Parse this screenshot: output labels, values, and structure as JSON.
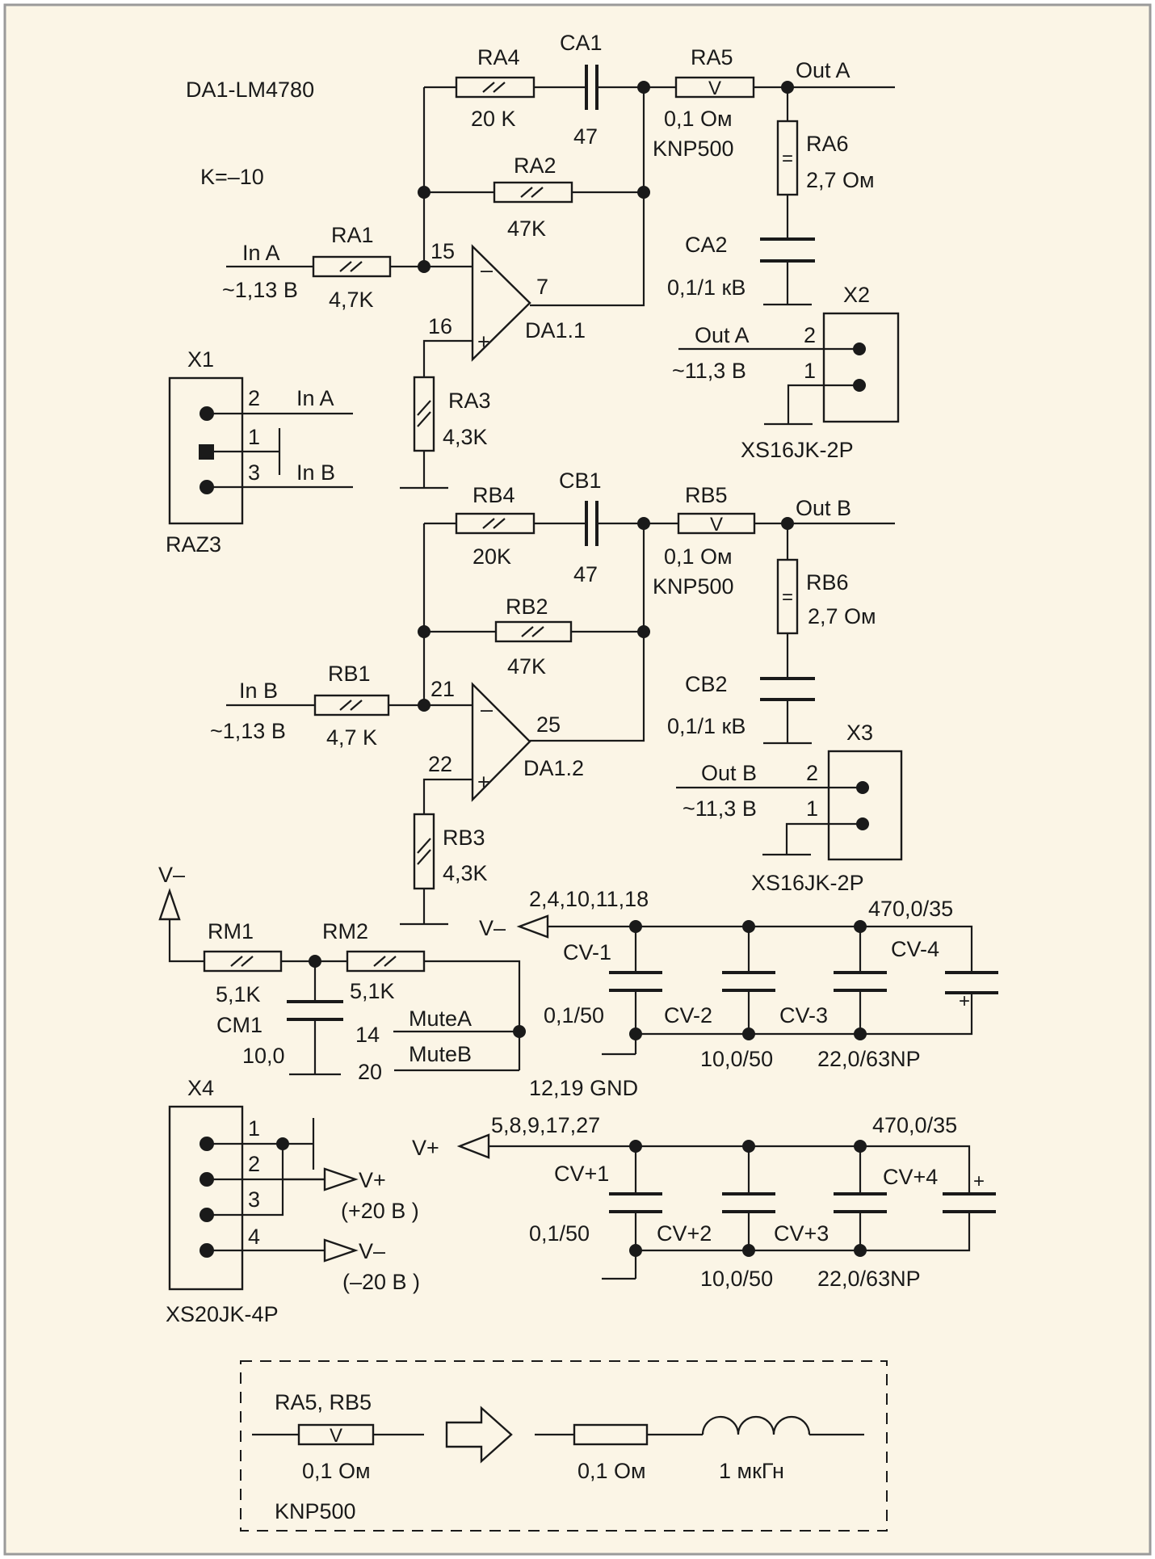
{
  "header": {
    "chip": "DA1-LM4780",
    "gain": "K=–10"
  },
  "amp_a": {
    "RA4": {
      "ref": "RA4",
      "value": "20  K"
    },
    "CA1": {
      "ref": "CA1",
      "value": "47"
    },
    "RA5": {
      "ref": "RA5",
      "mark": "V",
      "value": "0,1 Ом",
      "type": "KNP500"
    },
    "RA6": {
      "ref": "RA6",
      "mark": "=",
      "value": "2,7 Ом"
    },
    "RA2": {
      "ref": "RA2",
      "value": "47K"
    },
    "RA1": {
      "ref": "RA1",
      "value": "4,7K"
    },
    "RA3": {
      "ref": "RA3",
      "value": "4,3K"
    },
    "CA2": {
      "ref": "CA2",
      "value": "0,1/1 кВ"
    },
    "in_label": "In A",
    "in_level": "~1,13  В",
    "out_label": "Out A",
    "opamp": "DA1.1",
    "pin_inv": "15",
    "pin_noninv": "16",
    "pin_out": "7",
    "minus": "–",
    "plus": "+"
  },
  "amp_b": {
    "RB4": {
      "ref": "RB4",
      "value": "20K"
    },
    "CB1": {
      "ref": "CB1",
      "value": "47"
    },
    "RB5": {
      "ref": "RB5",
      "mark": "V",
      "value": "0,1 Ом",
      "type": "KNP500"
    },
    "RB6": {
      "ref": "RB6",
      "mark": "=",
      "value": "2,7 Ом"
    },
    "RB2": {
      "ref": "RB2",
      "value": "47K"
    },
    "RB1": {
      "ref": "RB1",
      "value": "4,7  K"
    },
    "RB3": {
      "ref": "RB3",
      "value": "4,3K"
    },
    "CB2": {
      "ref": "CB2",
      "value": "0,1/1 кВ"
    },
    "in_label": "In B",
    "in_level": "~1,13  В",
    "out_label": "Out B",
    "opamp": "DA1.2",
    "pin_inv": "21",
    "pin_noninv": "22",
    "pin_out": "25",
    "minus": "–",
    "plus": "+"
  },
  "x1": {
    "ref": "X1",
    "type": "RAZ3",
    "pins": [
      "2",
      "1",
      "3"
    ],
    "signals": [
      "In A",
      "In B"
    ]
  },
  "x2": {
    "ref": "X2",
    "type": "XS16JK-2P",
    "signal": "Out A",
    "level": "~11,3  В",
    "pins": [
      "2",
      "1"
    ]
  },
  "x3": {
    "ref": "X3",
    "type": "XS16JK-2P",
    "signal": "Out B",
    "level": "~11,3  В",
    "pins": [
      "2",
      "1"
    ]
  },
  "mute": {
    "vneg": "V–",
    "RM1": {
      "ref": "RM1",
      "value": "5,1K"
    },
    "RM2": {
      "ref": "RM2",
      "value": "5,1K"
    },
    "CM1": {
      "ref": "CM1",
      "value": "10,0"
    },
    "pins": [
      "14",
      "20"
    ],
    "signals": [
      "MuteA",
      "MuteB"
    ]
  },
  "neg_supply": {
    "label": "V–",
    "pins": "2,4,10,11,18",
    "gnd": "12,19 GND",
    "caps": [
      "CV-1",
      "CV-2",
      "CV-3",
      "CV-4"
    ],
    "values": [
      "0,1/50",
      "10,0/50",
      "22,0/63NP",
      "470,0/35"
    ],
    "plus": "+"
  },
  "pos_supply": {
    "label": "V+",
    "pins": "5,8,9,17,27",
    "caps": [
      "CV+1",
      "CV+2",
      "CV+3",
      "CV+4"
    ],
    "values": [
      "0,1/50",
      "10,0/50",
      "22,0/63NP",
      "470,0/35"
    ],
    "plus": "+"
  },
  "x4": {
    "ref": "X4",
    "type": "XS20JK-4P",
    "pins": [
      "1",
      "2",
      "3",
      "4"
    ],
    "vpos": "V+",
    "vpos_val": "(+20  В )",
    "vneg": "V–",
    "vneg_val": "(–20  В )"
  },
  "inset": {
    "ref": "RA5, RB5",
    "mark": "V",
    "value": "0,1 Ом",
    "type": "KNP500",
    "r_value": "0,1 Ом",
    "l_value": "1 мкГн"
  },
  "colors": {
    "background": "#fbf5e6",
    "frame": "#9a9a9a",
    "ink": "#1a1a1a"
  }
}
